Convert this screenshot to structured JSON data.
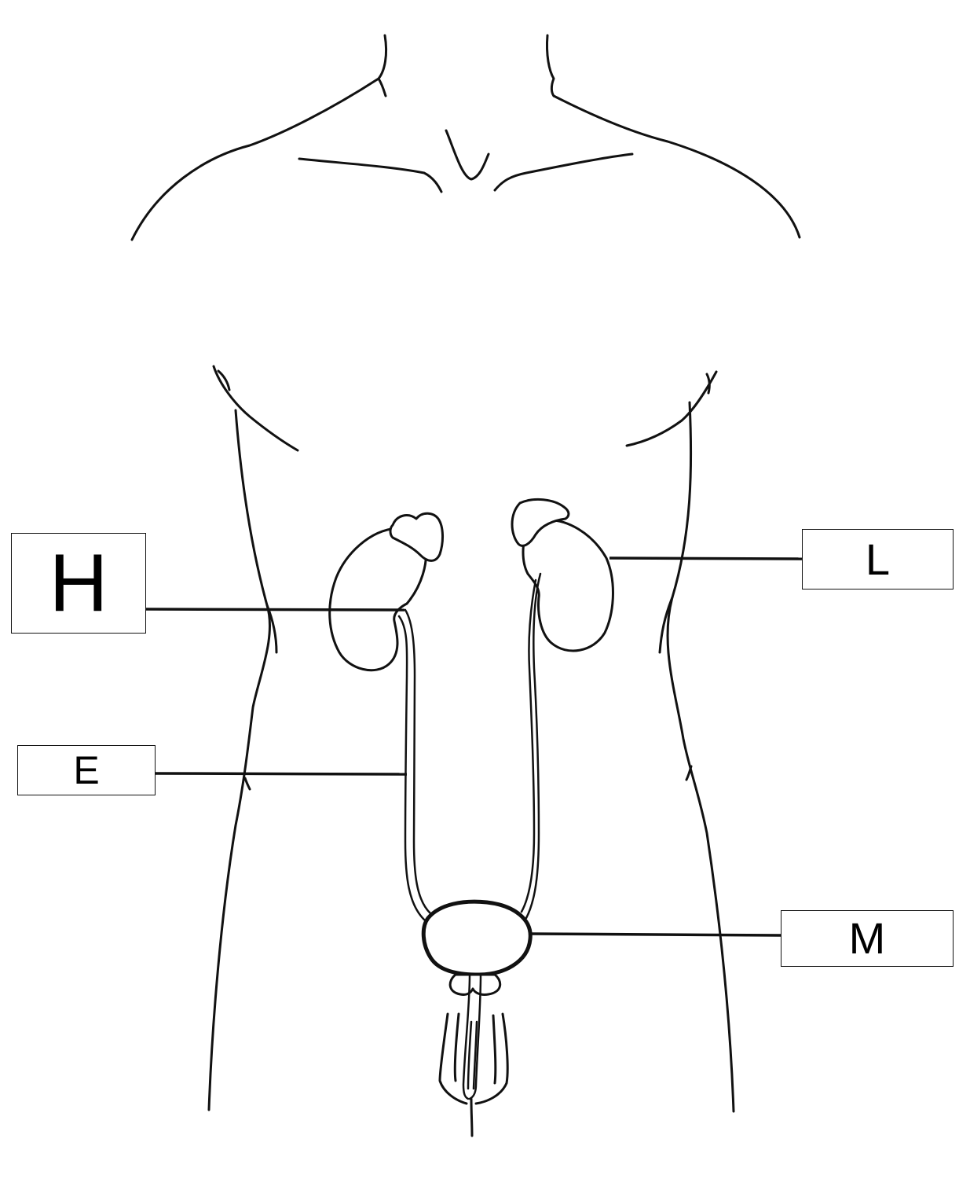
{
  "labels": {
    "h": "H",
    "e": "E",
    "l": "L",
    "m": "M"
  }
}
